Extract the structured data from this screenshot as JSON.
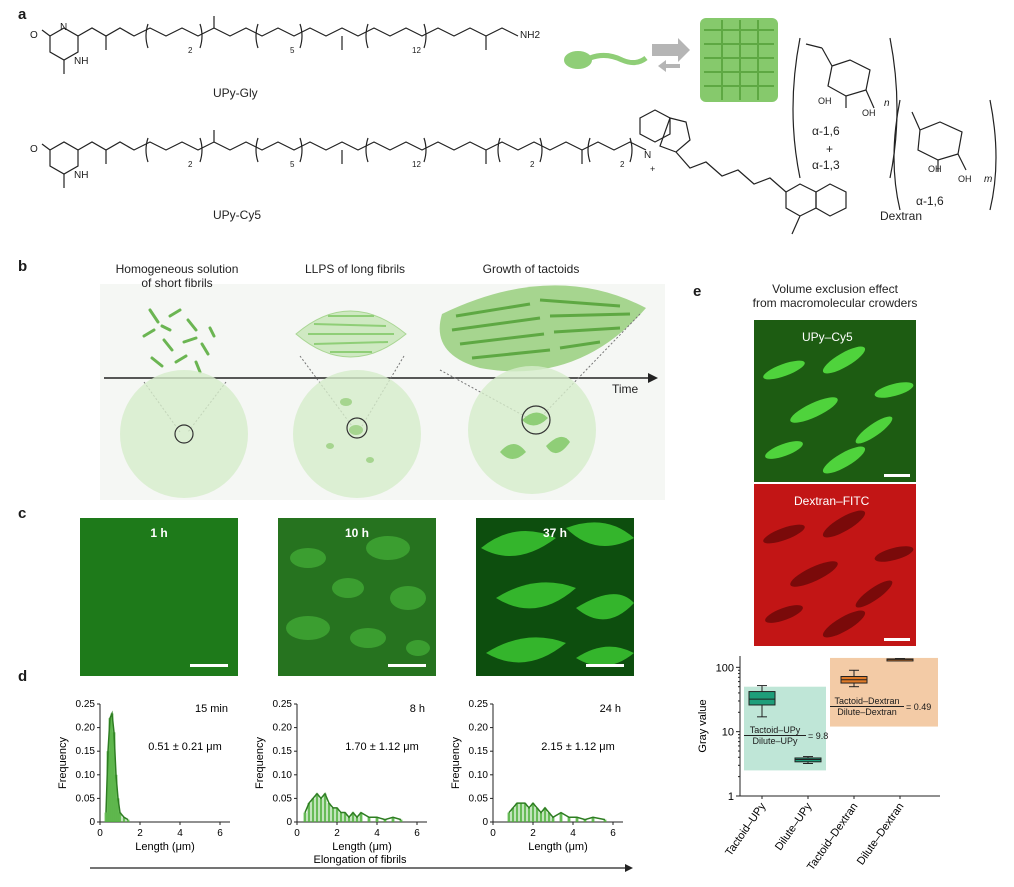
{
  "panels": {
    "a": "a",
    "b": "b",
    "c": "c",
    "d": "d",
    "e": "e"
  },
  "panel_a": {
    "mol1_name": "UPy-Gly",
    "mol2_name": "UPy-Cy5",
    "dextran_name": "Dextran",
    "link1": "α-1,6",
    "plus": "+",
    "link2": "α-1,3",
    "link3": "α-1,6",
    "chem_labels": {
      "o": "O",
      "n": "N",
      "nh": "NH",
      "h": "H",
      "nh2": "NH2",
      "oh": "OH",
      "sub2": "2",
      "sub5": "5",
      "sub12": "12",
      "n_sub": "n",
      "m_sub": "m",
      "nplus": "N",
      "charge": "+"
    }
  },
  "panel_b": {
    "stage1": "Homogeneous solution\nof short fibrils",
    "stage2": "LLPS of long fibrils",
    "stage3": "Growth of tactoids",
    "time_label": "Time"
  },
  "panel_c": {
    "images": [
      {
        "time": "1 h"
      },
      {
        "time": "10 h"
      },
      {
        "time": "37 h"
      }
    ]
  },
  "panel_d": {
    "xlabel": "Length (μm)",
    "ylabel": "Frequency",
    "footer": "Elongation of fibrils",
    "xticks": [
      "0",
      "2",
      "4",
      "6"
    ],
    "yticks": [
      "0",
      "0.05",
      "0.10",
      "0.15",
      "0.20",
      "0.25"
    ],
    "charts": [
      {
        "time": "15 min",
        "stat": "0.51 ± 0.21 μm"
      },
      {
        "time": "8 h",
        "stat": "1.70 ± 1.12 μm"
      },
      {
        "time": "24 h",
        "stat": "2.15 ± 1.12 μm"
      }
    ]
  },
  "panel_e": {
    "title": "Volume exclusion effect\nfrom macromolecular crowders",
    "img1_label": "UPy–Cy5",
    "img2_label": "Dextran–FITC",
    "ylabel": "Gray value",
    "yticks": [
      "1",
      "10",
      "100"
    ],
    "ratio1_num": "Tactoid–UPy",
    "ratio1_den": "Dilute–UPy",
    "ratio1_val": "= 9.8",
    "ratio2_num": "Tactoid–Dextran",
    "ratio2_den": "Dilute–Dextran",
    "ratio2_val": "= 0.49",
    "categories": [
      "Tactoid–UPy",
      "Dilute–UPy",
      "Tactoid–Dextran",
      "Dilute–Dextran"
    ]
  },
  "colors": {
    "green_box": "#1e9e7a",
    "orange_box": "#e07b28",
    "green_bg": "#bfe6d7",
    "orange_bg": "#f3cba6",
    "hist": "#4caf3a"
  },
  "chart_data": [
    {
      "type": "bar",
      "title": "15 min",
      "xlabel": "Length (μm)",
      "ylabel": "Frequency",
      "xlim": [
        0,
        6.5
      ],
      "ylim": [
        0,
        0.25
      ],
      "x": [
        0.3,
        0.4,
        0.5,
        0.6,
        0.7,
        0.8,
        0.9,
        1.0,
        1.2,
        1.4
      ],
      "values": [
        0.02,
        0.15,
        0.22,
        0.23,
        0.19,
        0.1,
        0.05,
        0.02,
        0.01,
        0.005
      ]
    },
    {
      "type": "bar",
      "title": "8 h",
      "xlabel": "Length (μm)",
      "ylabel": "Frequency",
      "xlim": [
        0,
        6.5
      ],
      "ylim": [
        0,
        0.25
      ],
      "x": [
        0.4,
        0.6,
        0.8,
        1.0,
        1.2,
        1.4,
        1.6,
        1.8,
        2.0,
        2.2,
        2.4,
        2.6,
        2.8,
        3.0,
        3.2,
        3.6,
        4.0,
        4.4,
        4.8,
        5.2
      ],
      "values": [
        0.02,
        0.04,
        0.05,
        0.06,
        0.05,
        0.06,
        0.04,
        0.03,
        0.03,
        0.02,
        0.02,
        0.01,
        0.02,
        0.01,
        0.02,
        0.01,
        0.01,
        0.005,
        0.01,
        0.005
      ]
    },
    {
      "type": "bar",
      "title": "24 h",
      "xlabel": "Length (μm)",
      "ylabel": "Frequency",
      "xlim": [
        0,
        6.5
      ],
      "ylim": [
        0,
        0.25
      ],
      "x": [
        0.8,
        1.0,
        1.2,
        1.4,
        1.6,
        1.8,
        2.0,
        2.2,
        2.4,
        2.6,
        2.8,
        3.0,
        3.4,
        3.8,
        4.2,
        4.6,
        5.0,
        5.6
      ],
      "values": [
        0.02,
        0.03,
        0.04,
        0.04,
        0.04,
        0.03,
        0.04,
        0.03,
        0.02,
        0.03,
        0.02,
        0.01,
        0.02,
        0.01,
        0.01,
        0.005,
        0.01,
        0.005
      ]
    },
    {
      "type": "box",
      "ylabel": "Gray value",
      "yscale": "log",
      "ylim": [
        1,
        150
      ],
      "categories": [
        "Tactoid–UPy",
        "Dilute–UPy",
        "Tactoid–Dextran",
        "Dilute–Dextran"
      ],
      "boxes": [
        {
          "min": 17,
          "q1": 26,
          "median": 32,
          "q3": 42,
          "max": 52
        },
        {
          "min": 3.2,
          "q1": 3.4,
          "median": 3.7,
          "q3": 3.9,
          "max": 4.1
        },
        {
          "min": 50,
          "q1": 57,
          "median": 64,
          "q3": 72,
          "max": 90
        },
        {
          "min": 129,
          "q1": 131,
          "median": 133,
          "q3": 135,
          "max": 137
        }
      ]
    }
  ]
}
